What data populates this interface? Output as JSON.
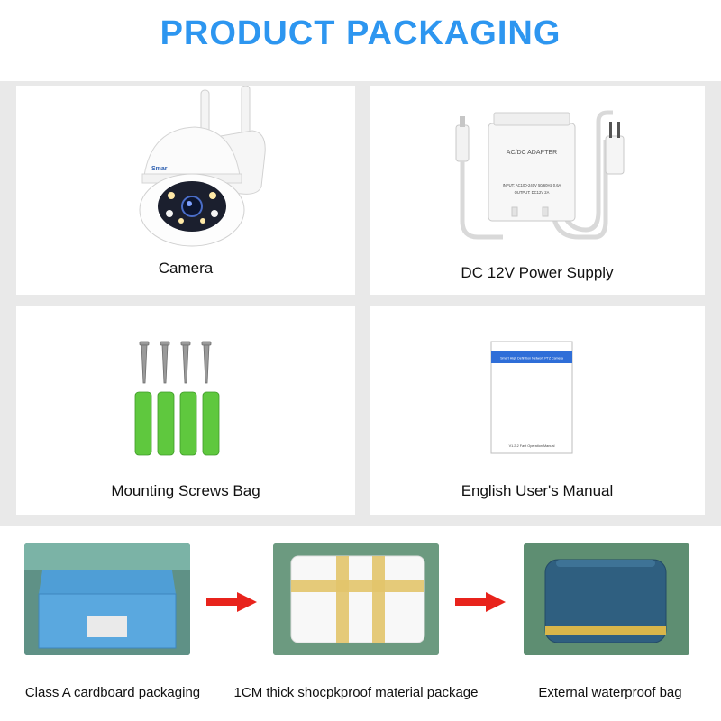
{
  "title": "PRODUCT PACKAGING",
  "colors": {
    "title": "#2d96f0",
    "arrow": "#e8231c",
    "panel_bg": "#ffffff",
    "gap_bg": "#e9e9e9"
  },
  "items": [
    {
      "label": "Camera",
      "icon": "ptz-camera-image",
      "brand": "Smar"
    },
    {
      "label": "DC 12V Power Supply",
      "icon": "power-adapter-image",
      "adapter_text": "AC/DC ADAPTER",
      "input_text": "INPUT: AC100-240V 50/60Hz 0.6A",
      "output_text": "OUTPUT: DC12V 2A"
    },
    {
      "label": "Mounting Screws Bag",
      "icon": "screws-anchors-image"
    },
    {
      "label": "English User's Manual",
      "icon": "manual-booklet-image",
      "manual_title": "Smart High Definition Network PTZ Camera",
      "manual_footer": "V1.2-2  Fast Operation Manual"
    }
  ],
  "packaging": [
    {
      "label": "Class A cardboard packaging",
      "icon": "cardboard-box-photo"
    },
    {
      "label": "1CM thick shocpkproof material package",
      "icon": "foam-wrapped-box-photo"
    },
    {
      "label": "External waterproof bag",
      "icon": "waterproof-bag-photo"
    }
  ]
}
